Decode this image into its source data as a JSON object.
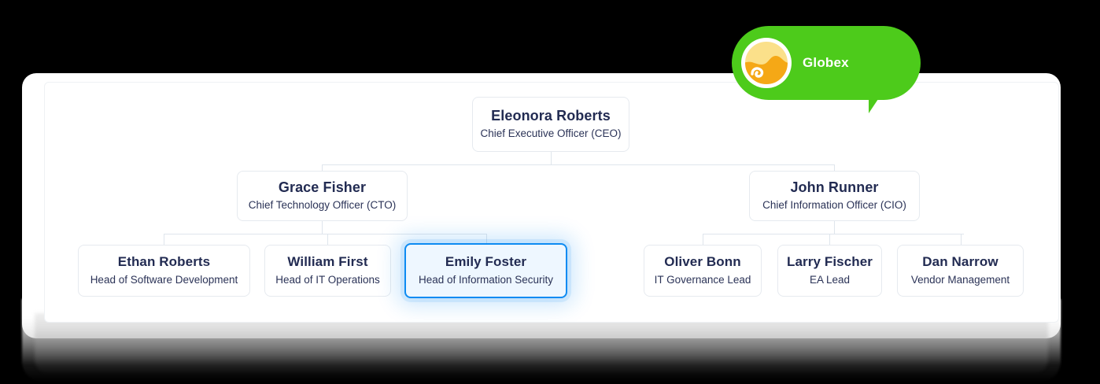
{
  "badge": {
    "label": "Globex",
    "logo_icon": "globex-logo-icon",
    "bg_color": "#4dcb1b",
    "text_color": "#ffffff"
  },
  "chart": {
    "title": "",
    "accent_color": "#0d8bf2",
    "line_color": "#dfe5ec",
    "text_color": "#222b52",
    "nodes": [
      {
        "id": "ceo",
        "name": "Eleonora Roberts",
        "role": "Chief Executive Officer (CEO)",
        "level": 1,
        "selected": false
      },
      {
        "id": "cto",
        "name": "Grace Fisher",
        "role": "Chief Technology Officer (CTO)",
        "level": 2,
        "selected": false
      },
      {
        "id": "cio",
        "name": "John Runner",
        "role": "Chief Information Officer (CIO)",
        "level": 2,
        "selected": false
      },
      {
        "id": "hsd",
        "name": "Ethan Roberts",
        "role": "Head of Software Development",
        "level": 3,
        "selected": false
      },
      {
        "id": "hito",
        "name": "William First",
        "role": "Head of IT Operations",
        "level": 3,
        "selected": false
      },
      {
        "id": "his",
        "name": "Emily Foster",
        "role": "Head of Information Security",
        "level": 3,
        "selected": true
      },
      {
        "id": "itg",
        "name": "Oliver Bonn",
        "role": "IT Governance Lead",
        "level": 3,
        "selected": false
      },
      {
        "id": "ea",
        "name": "Larry Fischer",
        "role": "EA Lead",
        "level": 3,
        "selected": false
      },
      {
        "id": "vm",
        "name": "Dan Narrow",
        "role": "Vendor Management",
        "level": 3,
        "selected": false
      }
    ]
  }
}
